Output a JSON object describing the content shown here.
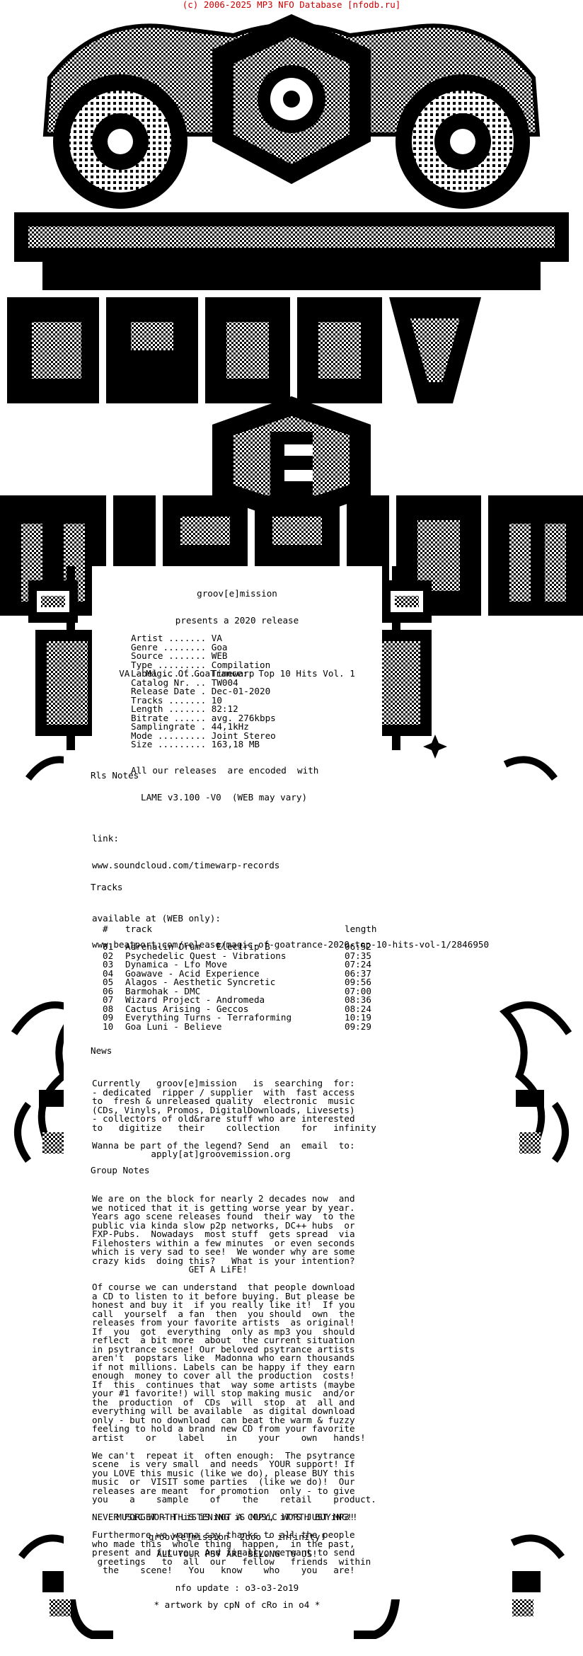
{
  "header": {
    "link": "(c) 2006-2025 MP3 NFO Database [nfodb.ru]"
  },
  "intro": {
    "presents": "groov[e]mission",
    "subtitle": "presents a 2020 release",
    "release_title": "VA - Magic Of GoaTrance:  Top 10 Hits Vol. 1"
  },
  "info": [
    {
      "label": "Artist .......",
      "value": "VA"
    },
    {
      "label": "Genre ........",
      "value": "Goa"
    },
    {
      "label": "Source .......",
      "value": "WEB"
    },
    {
      "label": "Type .........",
      "value": "Compilation"
    },
    {
      "label": "Label ........",
      "value": "Timewarp"
    },
    {
      "label": "Catalog Nr. ..",
      "value": "TW004"
    },
    {
      "label": "Release Date .",
      "value": "Dec-01-2020"
    },
    {
      "label": "Tracks .......",
      "value": "10"
    },
    {
      "label": "Length .......",
      "value": "82:12"
    },
    {
      "label": "Bitrate ......",
      "value": "avg. 276kbps"
    },
    {
      "label": "Samplingrate .",
      "value": "44,1kHz"
    },
    {
      "label": "Mode .........",
      "value": "Joint Stereo"
    },
    {
      "label": "Size .........",
      "value": "163,18 MB"
    }
  ],
  "encode_note": [
    "All our releases  are encoded  with",
    "LAME v3.100 -V0  (WEB may vary)"
  ],
  "rls_notes": {
    "title": "Rls Notes",
    "link_label": "link:",
    "link": "www.soundcloud.com/timewarp-records",
    "available_label": "available at (WEB only):",
    "available": "www.beatport.com/release/magic-of-goatrance-2020-top-10-hits-vol-1/2846950"
  },
  "tracks": {
    "title": "Tracks",
    "col_num": "#",
    "col_track": "track",
    "col_length": "length",
    "rows": [
      {
        "n": "01",
        "t": "Adrenalin Drum - Electrip B",
        "l": "06:52"
      },
      {
        "n": "02",
        "t": "Psychedelic Quest - Vibrations",
        "l": "07:35"
      },
      {
        "n": "03",
        "t": "Dynamica - Lfo Move",
        "l": "07:24"
      },
      {
        "n": "04",
        "t": "Goawave - Acid Experience",
        "l": "06:37"
      },
      {
        "n": "05",
        "t": "Alagos - Aesthetic Syncretic",
        "l": "09:56"
      },
      {
        "n": "06",
        "t": "Barmohak - DMC",
        "l": "07:00"
      },
      {
        "n": "07",
        "t": "Wizard Project - Andromeda",
        "l": "08:36"
      },
      {
        "n": "08",
        "t": "Cactus Arising - Geccos",
        "l": "08:24"
      },
      {
        "n": "09",
        "t": "Everything Turns - Terraforming",
        "l": "10:19"
      },
      {
        "n": "10",
        "t": "Goa Luni - Believe",
        "l": "09:29"
      }
    ]
  },
  "news": {
    "title": "News",
    "lines": [
      "Currently   groov[e]mission   is  searching  for:",
      "- dedicated  ripper / supplier  with  fast access",
      "to  fresh & unreleased quality  electronic  music",
      "(CDs, Vinyls, Promos, DigitalDownloads, Livesets)",
      "- collectors of old&rare stuff who are interested",
      "to   digitize   their    collection    for   infinity",
      "",
      "Wanna be part of the legend? Send  an  email  to:",
      "           apply[at]groovemission.org"
    ]
  },
  "group_notes": {
    "title": "Group Notes",
    "p1": [
      "We are on the block for nearly 2 decades now  and",
      "we noticed that it is getting worse year by year.",
      "Years ago scene releases found  their way  to the",
      "public via kinda slow p2p networks, DC++ hubs  or",
      "FXP-Pubs.  Nowadays  most stuff  gets spread  via",
      "Filehosters within a few minutes  or even seconds",
      "which is very sad to see!  We wonder why are some",
      "crazy kids  doing this?   What is your intention?",
      "                  GET A LiFE!"
    ],
    "p2": [
      "Of course we can understand  that people download",
      "a CD to listen to it before buying. But please be",
      "honest and buy it  if you really like it!  If you",
      "call  yourself  a fan  then  you should  own  the",
      "releases from your favorite artists  as original!",
      "If  you  got  everything  only as mp3 you  should",
      "reflect  a bit more  about  the current situation",
      "in psytrance scene! Our beloved psytrance artists",
      "aren't  popstars like  Madonna who earn thousands",
      "if not millions. Labels can be happy if they earn",
      "enough  money to cover all the production  costs!",
      "If  this  continues that  way some artists (maybe",
      "your #1 favorite!) will stop making music  and/or",
      "the  production  of  CDs  will  stop  at  all and",
      "everything will be available  as digital download",
      "only - but no download  can beat the warm & fuzzy",
      "feeling to hold a brand new CD from your favorite",
      "artist    or    label    in    your    own   hands!"
    ],
    "p3": [
      "We can't  repeat it  often enough:  The psytrance",
      "scene  is very small  and needs  YOUR support! If",
      "you LOVE this music (like we do), please BUY this",
      "music  or  VISIT some parties  (like we do)!  Our",
      "releases are meant  for promotion  only - to give",
      "you    a    sample    of    the    retail    product."
    ],
    "p4": "NEVER FORGET - THiS iS NOT A COPY, iT'S JUST MP3!",
    "p5": [
      "Furthermore we wanna say thanks to all the people",
      "who made this  whole thing  happen,  in the past,",
      "present and future.  And finally, we want to send",
      " greetings   to  all  our   fellow   friends  within",
      "  the    scene!   You   know    who    you   are!"
    ]
  },
  "footer": {
    "motto": "MUSiC WORTH LiSTENiNG iS MUSiC WORTH BUYiNG!!",
    "forever": "groov[e]mission  2ooo - infinity!",
    "psy": "ALL YOUR PSY ARE BELONG TO US!",
    "update": "nfo update : o3-o3-2o19",
    "artwork": "* artwork by cpN of cRo in o4 *"
  },
  "colors": {
    "link": "#cc0000",
    "ink": "#000000",
    "paper": "#ffffff"
  }
}
